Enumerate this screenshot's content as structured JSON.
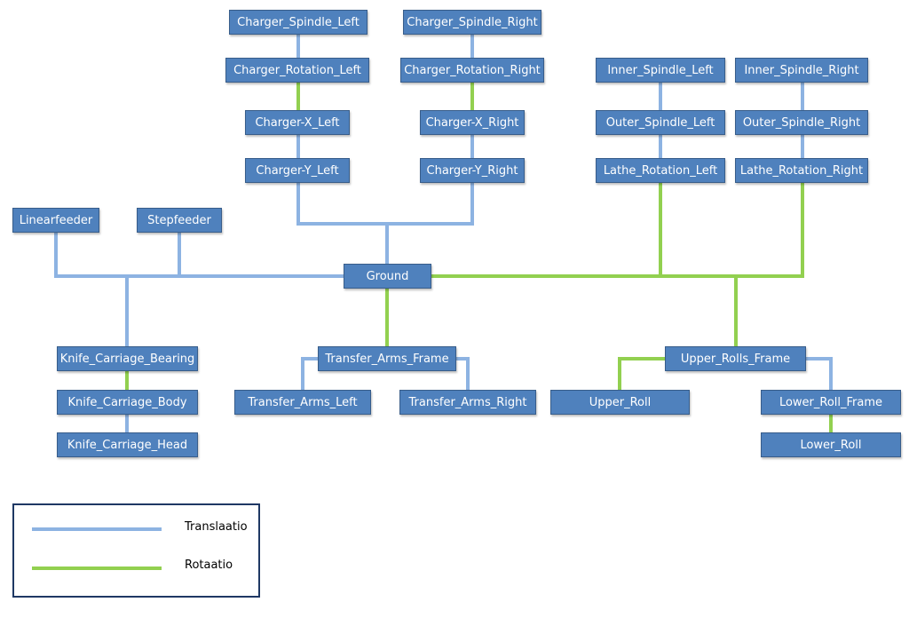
{
  "colors": {
    "translaatio": "#8db3e2",
    "rotaatio": "#92d050",
    "node_fill": "#4f81bd"
  },
  "nodes": {
    "charger_spindle_left": "Charger_Spindle_Left",
    "charger_spindle_right": "Charger_Spindle_Right",
    "charger_rotation_left": "Charger_Rotation_Left",
    "charger_rotation_right": "Charger_Rotation_Right",
    "inner_spindle_left": "Inner_Spindle_Left",
    "inner_spindle_right": "Inner_Spindle_Right",
    "charger_x_left": "Charger-X_Left",
    "charger_x_right": "Charger-X_Right",
    "outer_spindle_left": "Outer_Spindle_Left",
    "outer_spindle_right": "Outer_Spindle_Right",
    "charger_y_left": "Charger-Y_Left",
    "charger_y_right": "Charger-Y_Right",
    "lathe_rotation_left": "Lathe_Rotation_Left",
    "lathe_rotation_right": "Lathe_Rotation_Right",
    "linearfeeder": "Linearfeeder",
    "stepfeeder": "Stepfeeder",
    "ground": "Ground",
    "knife_carriage_bearing": "Knife_Carriage_Bearing",
    "knife_carriage_body": "Knife_Carriage_Body",
    "knife_carriage_head": "Knife_Carriage_Head",
    "transfer_arms_frame": "Transfer_Arms_Frame",
    "transfer_arms_left": "Transfer_Arms_Left",
    "transfer_arms_right": "Transfer_Arms_Right",
    "upper_rolls_frame": "Upper_Rolls_Frame",
    "upper_roll": "Upper_Roll",
    "lower_roll_frame": "Lower_Roll_Frame",
    "lower_roll": "Lower_Roll"
  },
  "links": [
    {
      "from": "charger_spindle_left",
      "to": "charger_rotation_left",
      "type": "translaatio"
    },
    {
      "from": "charger_rotation_left",
      "to": "charger_x_left",
      "type": "rotaatio"
    },
    {
      "from": "charger_x_left",
      "to": "charger_y_left",
      "type": "translaatio"
    },
    {
      "from": "charger_y_left",
      "to": "ground",
      "type": "translaatio"
    },
    {
      "from": "charger_spindle_right",
      "to": "charger_rotation_right",
      "type": "translaatio"
    },
    {
      "from": "charger_rotation_right",
      "to": "charger_x_right",
      "type": "rotaatio"
    },
    {
      "from": "charger_x_right",
      "to": "charger_y_right",
      "type": "translaatio"
    },
    {
      "from": "charger_y_right",
      "to": "ground",
      "type": "translaatio"
    },
    {
      "from": "inner_spindle_left",
      "to": "outer_spindle_left",
      "type": "translaatio"
    },
    {
      "from": "outer_spindle_left",
      "to": "lathe_rotation_left",
      "type": "translaatio"
    },
    {
      "from": "lathe_rotation_left",
      "to": "ground",
      "type": "rotaatio"
    },
    {
      "from": "inner_spindle_right",
      "to": "outer_spindle_right",
      "type": "translaatio"
    },
    {
      "from": "outer_spindle_right",
      "to": "lathe_rotation_right",
      "type": "translaatio"
    },
    {
      "from": "lathe_rotation_right",
      "to": "ground",
      "type": "rotaatio"
    },
    {
      "from": "linearfeeder",
      "to": "ground",
      "type": "translaatio"
    },
    {
      "from": "stepfeeder",
      "to": "ground",
      "type": "translaatio"
    },
    {
      "from": "knife_carriage_bearing",
      "to": "ground",
      "type": "translaatio"
    },
    {
      "from": "knife_carriage_bearing",
      "to": "knife_carriage_body",
      "type": "rotaatio"
    },
    {
      "from": "knife_carriage_body",
      "to": "knife_carriage_head",
      "type": "translaatio"
    },
    {
      "from": "ground",
      "to": "transfer_arms_frame",
      "type": "rotaatio"
    },
    {
      "from": "transfer_arms_frame",
      "to": "transfer_arms_left",
      "type": "translaatio"
    },
    {
      "from": "transfer_arms_frame",
      "to": "transfer_arms_right",
      "type": "translaatio"
    },
    {
      "from": "ground",
      "to": "upper_rolls_frame",
      "type": "rotaatio"
    },
    {
      "from": "upper_rolls_frame",
      "to": "upper_roll",
      "type": "rotaatio"
    },
    {
      "from": "upper_rolls_frame",
      "to": "lower_roll_frame",
      "type": "translaatio"
    },
    {
      "from": "lower_roll_frame",
      "to": "lower_roll",
      "type": "rotaatio"
    }
  ],
  "legend": {
    "translaatio": "Translaatio",
    "rotaatio": "Rotaatio"
  }
}
